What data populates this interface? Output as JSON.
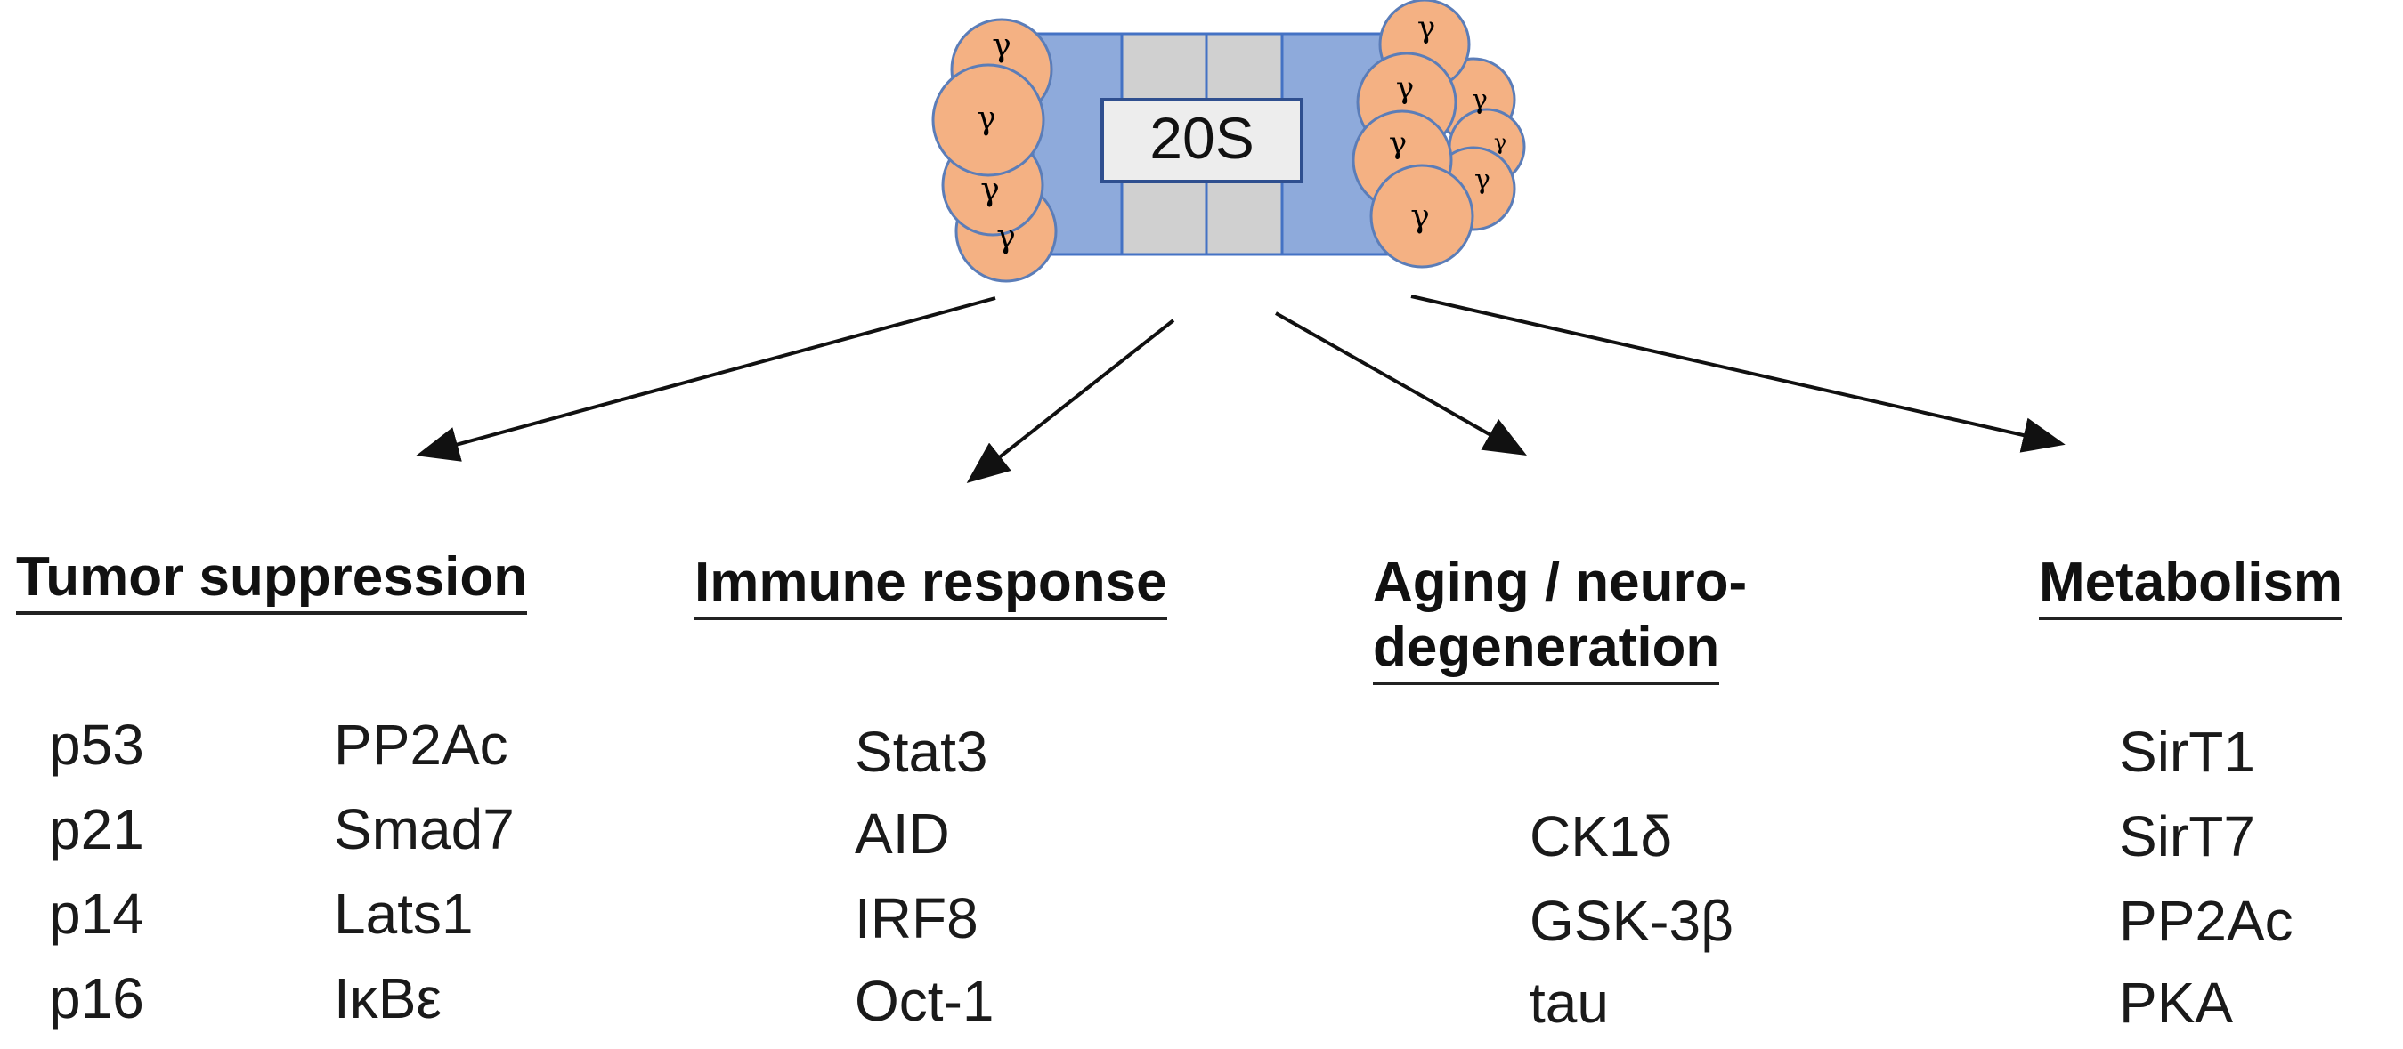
{
  "proteasome": {
    "label": "20S",
    "subunit_symbol": "γ",
    "colors": {
      "ring_blue": "#8EAADB",
      "ring_gray": "#D0D0D0",
      "subunit_orange": "#F4B183",
      "outline": "#4472C4"
    }
  },
  "categories": [
    {
      "heading": "Tumor suppression",
      "columns": [
        [
          "p53",
          "p21",
          "p14",
          "p16"
        ],
        [
          "PP2Ac",
          "Smad7",
          "Lats1",
          "IκBε"
        ]
      ]
    },
    {
      "heading": "Immune response",
      "columns": [
        [
          "Stat3",
          "AID",
          "IRF8",
          "Oct-1"
        ]
      ]
    },
    {
      "heading_line1": "Aging / neuro-",
      "heading_line2": "degeneration",
      "columns": [
        [
          "CK1δ",
          "GSK-3β",
          "tau"
        ]
      ]
    },
    {
      "heading": "Metabolism",
      "columns": [
        [
          "SirT1",
          "SirT7",
          "PP2Ac",
          "PKA"
        ]
      ]
    }
  ]
}
